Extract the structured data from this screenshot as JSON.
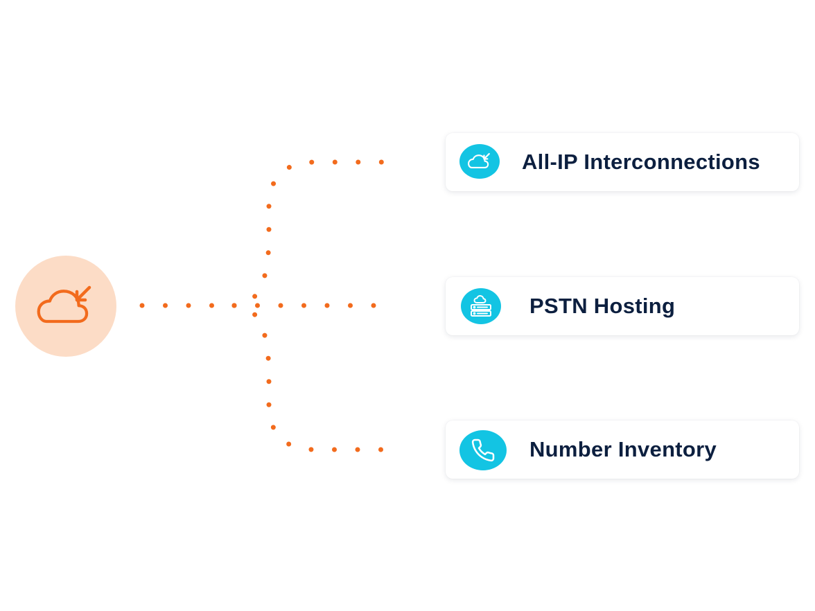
{
  "colors": {
    "accent_orange": "#f26b1d",
    "hub_fill": "#fcdcc6",
    "icon_fill": "#13c4e3",
    "text_dark": "#0c1f3f",
    "card_bg": "#ffffff"
  },
  "hub": {
    "icon": "cloud-inbound-icon"
  },
  "items": [
    {
      "label": "All-IP Interconnections",
      "icon": "cloud-inbound-icon"
    },
    {
      "label": "PSTN Hosting",
      "icon": "cloud-server-icon"
    },
    {
      "label": "Number Inventory",
      "icon": "phone-icon"
    }
  ]
}
